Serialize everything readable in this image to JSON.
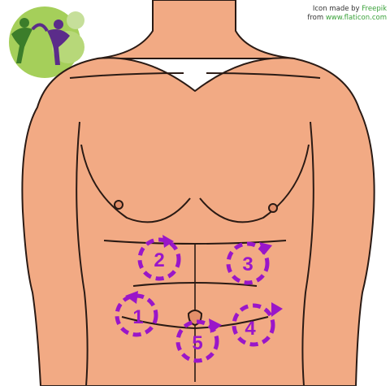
{
  "credit": {
    "line1_prefix": "Icon made by ",
    "line1_author": "Freepik",
    "line2_prefix": "from ",
    "line2_site": "www.flaticon.com"
  },
  "logo": {
    "icon": "two-people-logo-icon"
  },
  "massage_points": [
    {
      "label": "1",
      "direction": "counter-clockwise"
    },
    {
      "label": "2",
      "direction": "clockwise"
    },
    {
      "label": "3",
      "direction": "clockwise"
    },
    {
      "label": "4",
      "direction": "clockwise"
    },
    {
      "label": "5",
      "direction": "clockwise"
    }
  ],
  "colors": {
    "skin": "#f2aa84",
    "skin_shadow": "#e38f6a",
    "outline": "#2a1a14",
    "arrow": "#9a16c9",
    "logo_green": "#8bc34a",
    "logo_purple": "#5b2c8a"
  }
}
